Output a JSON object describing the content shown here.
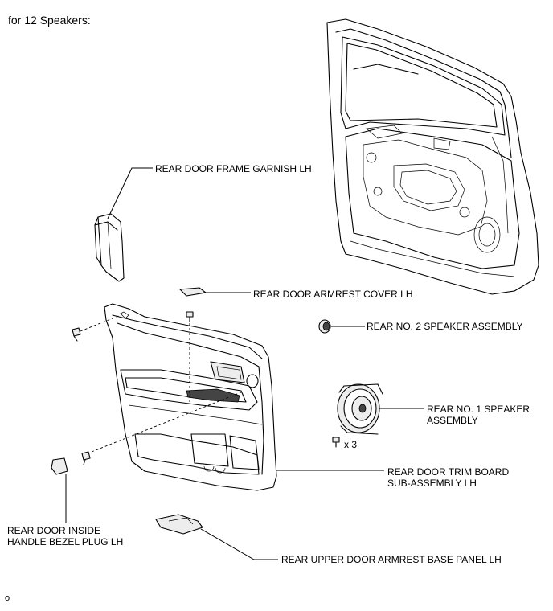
{
  "header": {
    "title": "for 12 Speakers:"
  },
  "labels": {
    "frame_garnish": "REAR DOOR FRAME GARNISH LH",
    "armrest_cover": "REAR DOOR ARMREST COVER LH",
    "no2_speaker": "REAR NO. 2 SPEAKER ASSEMBLY",
    "no1_speaker_line1": "REAR NO. 1 SPEAKER",
    "no1_speaker_line2": "ASSEMBLY",
    "screw_count": "x 3",
    "trim_board_line1": "REAR DOOR TRIM BOARD",
    "trim_board_line2": "SUB-ASSEMBLY LH",
    "bezel_plug_line1": "REAR DOOR INSIDE",
    "bezel_plug_line2": "HANDLE BEZEL PLUG LH",
    "armrest_base": "REAR UPPER DOOR ARMREST BASE PANEL LH"
  },
  "footer": {
    "code": "o"
  }
}
